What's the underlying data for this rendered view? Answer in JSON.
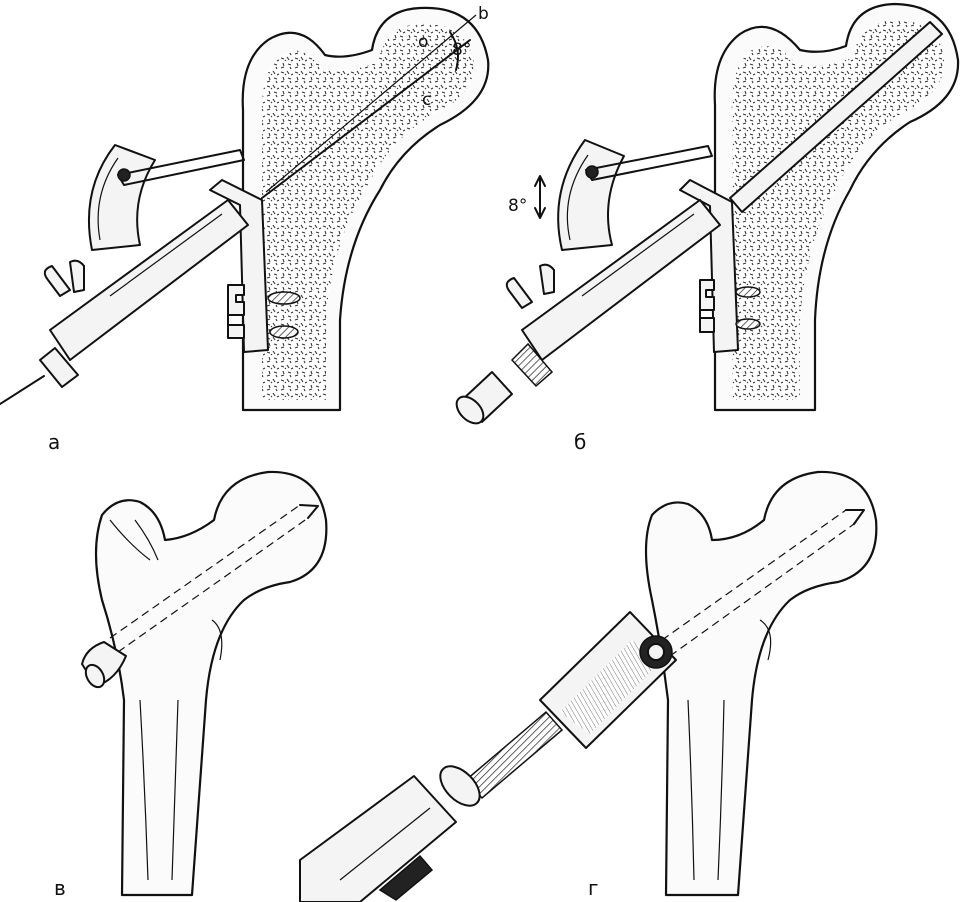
{
  "panels": [
    {
      "id": "a",
      "label": "а"
    },
    {
      "id": "b",
      "label": "б"
    },
    {
      "id": "v",
      "label": "в"
    },
    {
      "id": "g",
      "label": "г"
    }
  ],
  "annotations": {
    "panel_a": {
      "point_o_top": "o",
      "point_b": "b",
      "angle": "8°",
      "point_c": "c"
    },
    "panel_b": {
      "angle": "8°"
    }
  }
}
